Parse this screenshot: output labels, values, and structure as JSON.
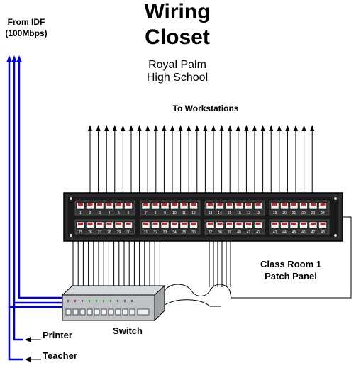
{
  "title": {
    "line1": "Wiring",
    "line2": "Closet"
  },
  "school": {
    "line1": "Royal Palm",
    "line2": "High School"
  },
  "uplink": {
    "line1": "From IDF",
    "line2": "(100Mbps)"
  },
  "workstations_label": "To Workstations",
  "patch_panel_label": {
    "line1": "Class Room 1",
    "line2": "Patch Panel"
  },
  "switch_label": "Switch",
  "printer_label": "Printer",
  "teacher_label": "Teacher",
  "patch_panel": {
    "top_row_ports": [
      "1",
      "2",
      "3",
      "4",
      "5",
      "6",
      "7",
      "8",
      "9",
      "10",
      "11",
      "12",
      "13",
      "14",
      "15",
      "16",
      "17",
      "18",
      "19",
      "20",
      "21",
      "22",
      "23",
      "24"
    ],
    "bottom_row_ports": [
      "25",
      "26",
      "27",
      "28",
      "29",
      "30",
      "31",
      "32",
      "33",
      "34",
      "35",
      "36",
      "37",
      "38",
      "39",
      "40",
      "41",
      "42",
      "43",
      "44",
      "45",
      "46",
      "47",
      "48"
    ]
  },
  "colors": {
    "uplink_cable": "#0000dd",
    "panel_body": "#1a1a1a",
    "port_red": "#cc2222",
    "switch_body": "#bfc3c6",
    "switch_led_green": "#22aa22",
    "switch_led_red": "#cc2222"
  },
  "icons": [
    "arrow-up-icon",
    "arrow-left-icon",
    "patch-panel-icon",
    "switch-icon"
  ]
}
